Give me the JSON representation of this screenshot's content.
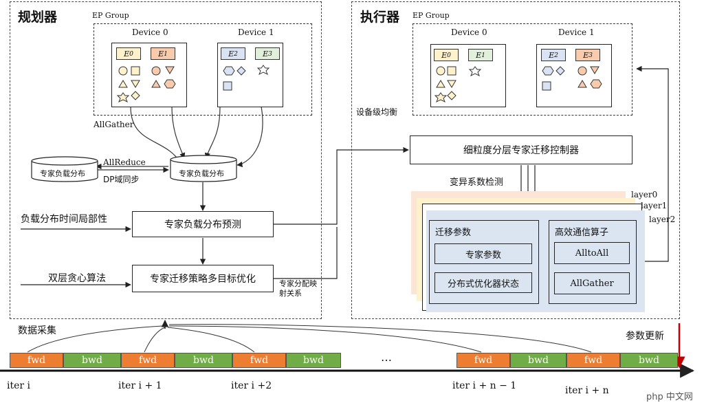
{
  "planner": {
    "title": "规划器",
    "ep_group": "EP Group",
    "device0": "Device 0",
    "device1": "Device 1",
    "experts_d0": [
      "E0",
      "E1"
    ],
    "experts_d1": [
      "E2",
      "E3"
    ],
    "allgather": "AllGather",
    "allreduce": "AllReduce",
    "dp_sync": "DP域同步",
    "load_dist_left": "专家负载分布",
    "load_dist_main": "专家负载分布",
    "input_locality": "负载分布时间局部性",
    "predict": "专家负载分布预测",
    "input_greedy": "双层贪心算法",
    "optimize": "专家迁移策略多目标优化",
    "mapping": "专家分配映射关系"
  },
  "executor": {
    "title": "执行器",
    "ep_group": "EP Group",
    "device0": "Device 0",
    "device1": "Device 1",
    "experts_d0": [
      "E0",
      "E1"
    ],
    "experts_d1": [
      "E2",
      "E3"
    ],
    "balance": "设备级均衡",
    "controller": "细粒度分层专家迁移控制器",
    "cv_detect": "变异系数检测",
    "layers": [
      "layer0",
      "layer1",
      "layer2"
    ],
    "migration_params": "迁移参数",
    "expert_params": "专家参数",
    "optimizer_state": "分布式优化器状态",
    "comm_ops": "高效通信算子",
    "alltoall": "AlltoAll",
    "allgather": "AllGather"
  },
  "timeline": {
    "data_collect": "数据采集",
    "param_update": "参数更新",
    "ellipsis": "…",
    "fwd": "fwd",
    "bwd": "bwd",
    "iters": [
      "iter  i",
      "iter  i + 1",
      "iter  i +2",
      "iter  i + n − 1",
      "iter  i + n"
    ]
  },
  "watermark": "php 中文网",
  "colors": {
    "fwd": "#ed7d31",
    "bwd": "#70ad47",
    "e0": "#fdf2cc",
    "e1": "#f8cbad",
    "e2": "#dae3f3",
    "e3": "#f8cbad",
    "panel_blue": "#dbe5f1"
  }
}
